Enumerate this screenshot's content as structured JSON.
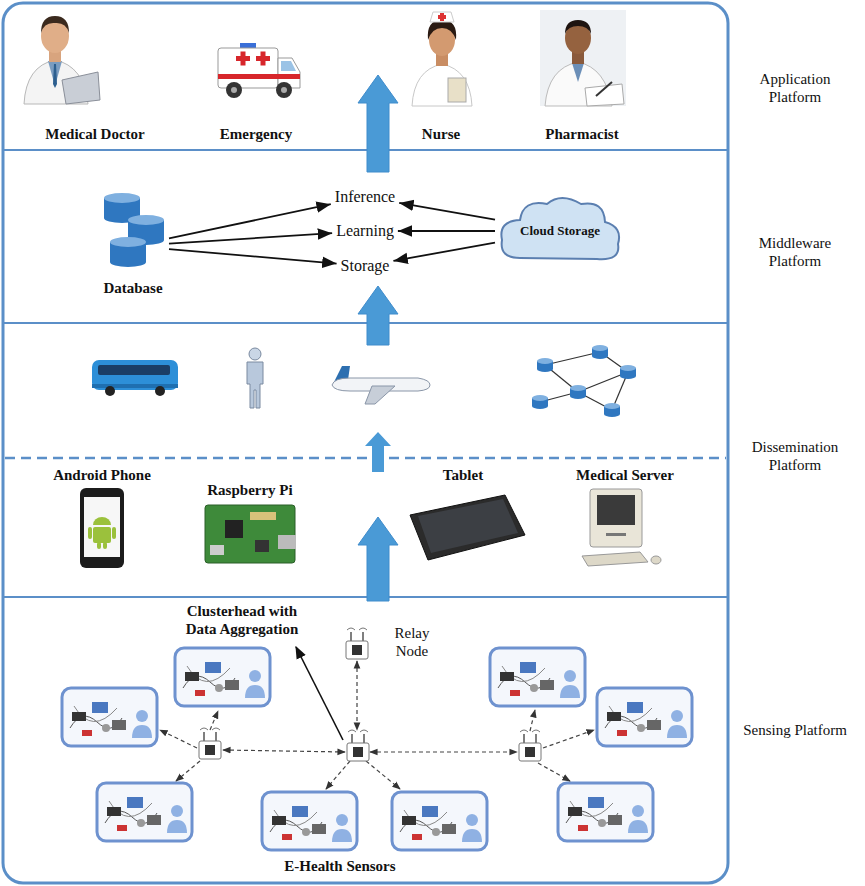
{
  "diagram": {
    "nodes": [
      {
        "text": [
          "Application Platform"
        ]
      },
      {
        "text": [
          "Medical Doctor"
        ],
        "in": 0
      },
      {
        "text": [
          "Emergency"
        ],
        "in": 0
      },
      {
        "text": [
          "Nurse"
        ],
        "in": 0
      },
      {
        "text": [
          "Pharmacist"
        ],
        "in": 0
      },
      {
        "text": [
          "Middleware Platform"
        ]
      },
      {
        "text": [
          "Database"
        ],
        "in": 5
      },
      {
        "text": [
          "Inference"
        ],
        "in": 5
      },
      {
        "text": [
          "Learning"
        ],
        "in": 5
      },
      {
        "text": [
          "Storage"
        ],
        "in": 5
      },
      {
        "text": [
          "Cloud Storage"
        ],
        "in": 5
      },
      {
        "text": [
          "Dissemination Platform"
        ]
      },
      {
        "text": [
          "Android Phone"
        ],
        "in": 11
      },
      {
        "text": [
          "Raspberry Pi"
        ],
        "in": 11
      },
      {
        "text": [
          "Tablet"
        ],
        "in": 11
      },
      {
        "text": [
          "Medical Server"
        ],
        "in": 11
      },
      {
        "text": [
          "Sensing Platform"
        ]
      }
    ],
    "edges": [
      {
        "from": 16,
        "to": 11,
        "arrow": "to"
      },
      {
        "from": 11,
        "to": 5,
        "arrow": "to"
      },
      {
        "from": 5,
        "to": 0,
        "arrow": "to"
      },
      {
        "from": 6,
        "to": 7,
        "arrow": "to"
      },
      {
        "from": 6,
        "to": 8,
        "arrow": "to"
      },
      {
        "from": 6,
        "to": 9,
        "arrow": "to"
      },
      {
        "from": 10,
        "to": 7,
        "arrow": "to"
      },
      {
        "from": 10,
        "to": 8,
        "arrow": "to"
      },
      {
        "from": 10,
        "to": 9,
        "arrow": "to"
      }
    ],
    "labels": [
      "Clusterhead with Data Aggregation",
      "Relay Node",
      "E-Health Sensors"
    ]
  }
}
